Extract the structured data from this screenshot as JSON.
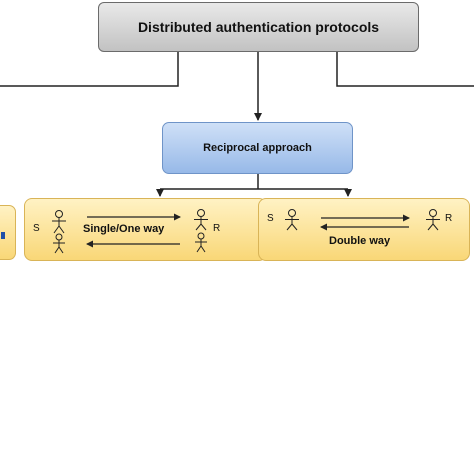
{
  "diagram": {
    "root": {
      "label": "Distributed authentication protocols"
    },
    "approach": {
      "label": "Reciprocal approach"
    },
    "single": {
      "label": "Single/One way",
      "sender": "S",
      "receiver": "R"
    },
    "double": {
      "label": "Double way",
      "sender": "S",
      "receiver": "R"
    },
    "colors": {
      "root_fill": "#c9c9c9",
      "approach_fill": "#a9c5ee",
      "leaf_fill": "#fbdf8c",
      "line": "#222222"
    },
    "icons": {
      "person": "person-icon",
      "arrow": "arrow-icon"
    }
  }
}
